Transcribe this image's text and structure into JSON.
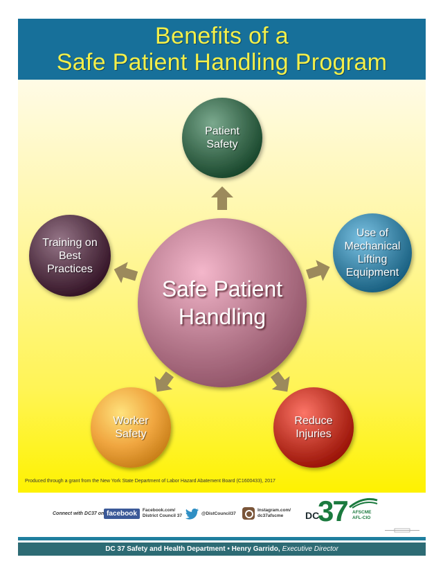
{
  "header": {
    "title_line1": "Benefits of a",
    "title_line2": "Safe Patient Handling Program"
  },
  "diagram": {
    "center": {
      "line1": "Safe Patient",
      "line2": "Handling"
    },
    "nodes": [
      {
        "id": "patient-safety",
        "lines": [
          "Patient",
          "Safety"
        ],
        "color": "#3f6d52"
      },
      {
        "id": "mechanical-lifting",
        "lines": [
          "Use of",
          "Mechanical",
          "Lifting",
          "Equipment"
        ],
        "color": "#3f86a7"
      },
      {
        "id": "reduce-injuries",
        "lines": [
          "Reduce",
          "Injuries"
        ],
        "color": "#c0392b"
      },
      {
        "id": "worker-safety",
        "lines": [
          "Worker",
          "Safety"
        ],
        "color": "#f0a640"
      },
      {
        "id": "training",
        "lines": [
          "Training on",
          "Best",
          "Practices"
        ],
        "color": "#5a3a4c"
      }
    ],
    "center_color": "#b87b8f",
    "arrow_color": "#9c8a5c"
  },
  "credit": "Produced through a grant from the New York State Department of Labor Hazard Abatement Board (C1600433), 2017",
  "social": {
    "connect_label": "Connect with DC37 on:",
    "facebook_badge": "facebook",
    "facebook_line1": "Facebook.com/",
    "facebook_line2": "District Council 37",
    "twitter_handle": "@DistCouncil37",
    "instagram_line1": "Instagram.com/",
    "instagram_line2": "dc37afscme",
    "dc_prefix": "DC",
    "dc_number": "37",
    "union_line1": "AFSCME",
    "union_line2": "AFL-CIO"
  },
  "footer": {
    "text": "DC 37 Safety and Health Department • Henry Garrido,",
    "title": "Executive Director"
  }
}
